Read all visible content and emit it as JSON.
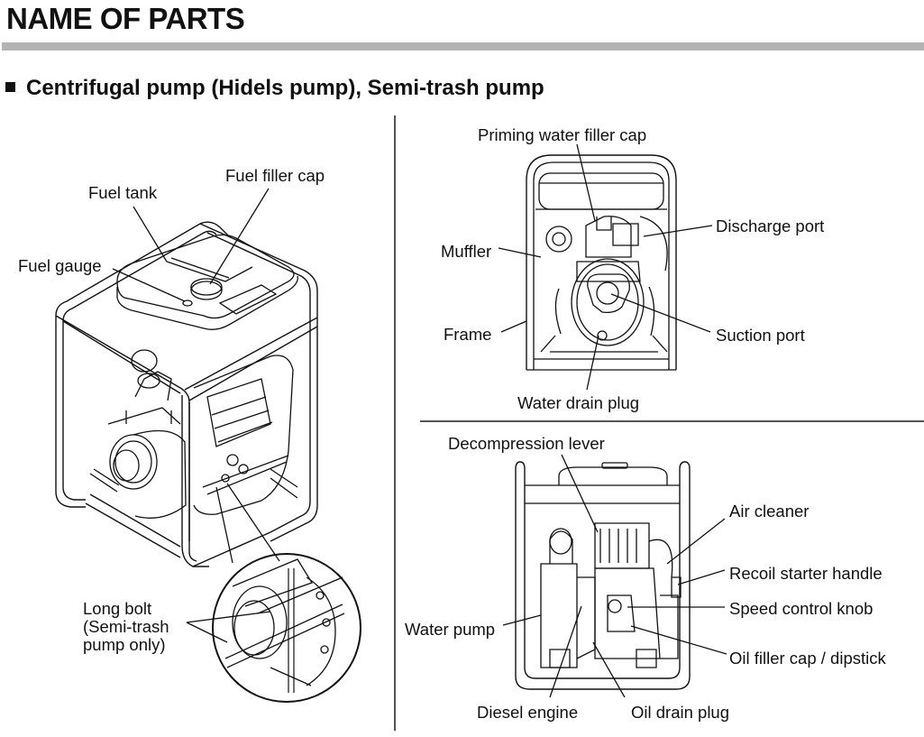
{
  "page": {
    "title": "NAME OF PARTS",
    "section_heading": "Centrifugal pump (Hidels pump), Semi-trash pump"
  },
  "figures": {
    "perspective_view": {
      "labels": {
        "fuel_tank": "Fuel tank",
        "fuel_filler_cap": "Fuel filler cap",
        "fuel_gauge": "Fuel gauge",
        "long_bolt_line1": "Long bolt",
        "long_bolt_line2": "(Semi-trash",
        "long_bolt_line3": "pump only)"
      }
    },
    "front_view": {
      "labels": {
        "priming_water_filler_cap": "Priming water filler cap",
        "discharge_port": "Discharge port",
        "muffler": "Muffler",
        "frame": "Frame",
        "suction_port": "Suction port",
        "water_drain_plug": "Water drain plug"
      }
    },
    "rear_view": {
      "labels": {
        "decompression_lever": "Decompression lever",
        "air_cleaner": "Air cleaner",
        "recoil_starter_handle": "Recoil starter handle",
        "speed_control_knob": "Speed control knob",
        "water_pump": "Water pump",
        "oil_filler_cap_dipstick": "Oil filler cap / dipstick",
        "diesel_engine": "Diesel engine",
        "oil_drain_plug": "Oil drain plug"
      }
    }
  }
}
